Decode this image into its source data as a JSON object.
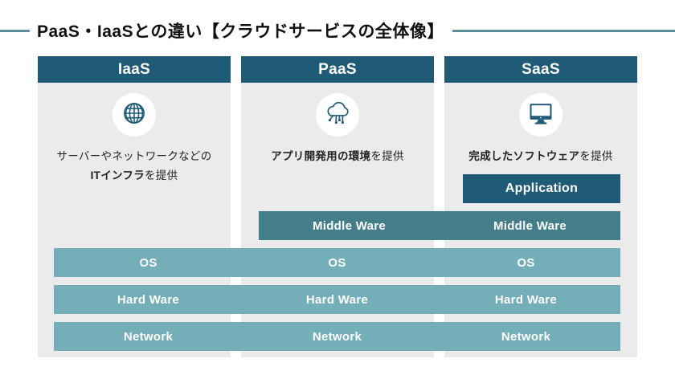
{
  "title": {
    "text": "PaaS・IaaSとの違い【クラウドサービスの全体像】"
  },
  "colors": {
    "header_bg": "#1f5b76",
    "application_bar": "#1f5b76",
    "middleware_bar": "#447e8b",
    "base_layer_bar": "#74aeb9",
    "column_bg": "#ebebeb",
    "title_line": "#5d8f9b",
    "icon_color": "#1f5b76",
    "bar_text": "#ffffff"
  },
  "columns": [
    {
      "header": "IaaS",
      "icon": "globe-icon",
      "desc_line1": "サーバーやネットワークなどの",
      "desc_bold": "ITインフラ",
      "desc_tail": "を提供"
    },
    {
      "header": "PaaS",
      "icon": "cloud-network-icon",
      "desc_bold": "アプリ開発用の環境",
      "desc_tail": "を提供"
    },
    {
      "header": "SaaS",
      "icon": "monitor-icon",
      "desc_bold": "完成したソフトウェア",
      "desc_tail": "を提供"
    }
  ],
  "layers": {
    "application": {
      "label": "Application"
    },
    "middleware": {
      "labels": [
        "Middle Ware",
        "Middle Ware"
      ]
    },
    "os": {
      "labels": [
        "OS",
        "OS",
        "OS"
      ]
    },
    "hardware": {
      "labels": [
        "Hard Ware",
        "Hard Ware",
        "Hard Ware"
      ]
    },
    "network": {
      "labels": [
        "Network",
        "Network",
        "Network"
      ]
    }
  }
}
